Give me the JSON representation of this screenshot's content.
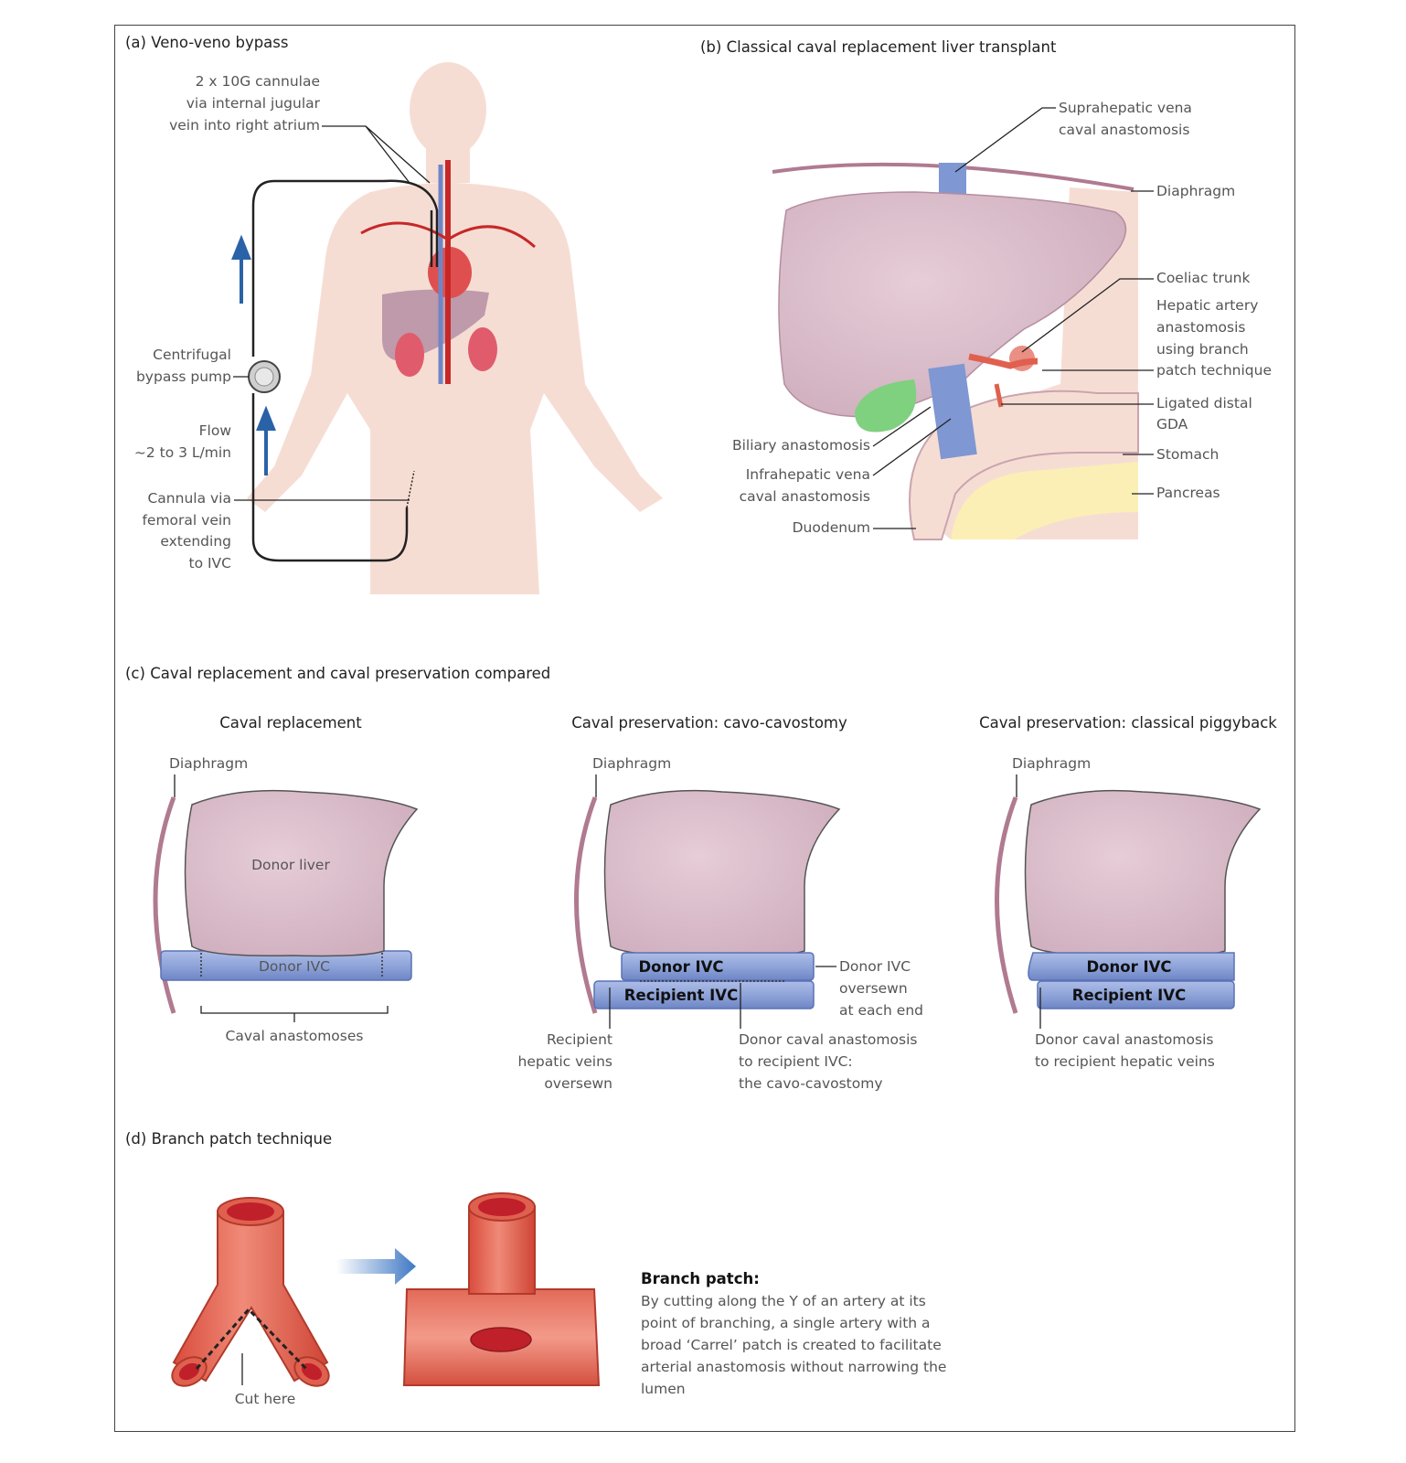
{
  "panel_a": {
    "heading": "(a)   Veno-veno bypass",
    "cannulae": [
      "2 x 10G cannulae",
      "via internal jugular",
      "vein into right atrium"
    ],
    "pump": [
      "Centrifugal",
      "bypass pump"
    ],
    "flow": [
      "Flow",
      "~2 to 3 L/min"
    ],
    "cannula_femoral": [
      "Cannula via",
      "femoral vein",
      "extending",
      "to IVC"
    ]
  },
  "panel_b": {
    "heading": "(b)   Classical caval replacement liver transplant",
    "suprahepatic": [
      "Suprahepatic vena",
      "caval anastomosis"
    ],
    "diaphragm": "Diaphragm",
    "coeliac": "Coeliac trunk",
    "hepatic_artery": [
      "Hepatic artery",
      "anastomosis",
      "using branch",
      "patch technique"
    ],
    "ligated": [
      "Ligated distal",
      "GDA"
    ],
    "stomach": "Stomach",
    "pancreas": "Pancreas",
    "biliary": "Biliary anastomosis",
    "infrahepatic": [
      "Infrahepatic vena",
      "caval anastomosis"
    ],
    "duodenum": "Duodenum"
  },
  "panel_c": {
    "heading": "(c)   Caval replacement and caval preservation compared",
    "replacement": {
      "title": "Caval replacement",
      "diaphragm": "Diaphragm",
      "liver": "Donor liver",
      "ivc": "Donor IVC",
      "anastomoses": "Caval anastomoses"
    },
    "cavo": {
      "title": "Caval preservation: cavo-cavostomy",
      "diaphragm": "Diaphragm",
      "donor_ivc": "Donor IVC",
      "recipient_ivc": "Recipient IVC",
      "oversewn": [
        "Donor IVC",
        "oversewn",
        "at each end"
      ],
      "hepatic_veins": [
        "Recipient",
        "hepatic veins",
        "oversewn"
      ],
      "anastomosis": [
        "Donor caval anastomosis",
        "to recipient IVC:",
        "the cavo-cavostomy"
      ]
    },
    "piggyback": {
      "title": "Caval preservation: classical piggyback",
      "diaphragm": "Diaphragm",
      "donor_ivc": "Donor IVC",
      "recipient_ivc": "Recipient IVC",
      "anastomosis": [
        "Donor caval anastomosis",
        "to recipient hepatic veins"
      ]
    }
  },
  "panel_d": {
    "heading": "(d)   Branch patch technique",
    "cut_here": "Cut here",
    "title": "Branch patch:",
    "text": [
      "By cutting along the Y of an artery at its",
      "point of branching, a single artery with a",
      "broad ‘Carrel’ patch is created to facilitate",
      "arterial anastomosis without narrowing the",
      "lumen"
    ]
  },
  "colors": {
    "liver": "#d9bcc8",
    "ivc": "#8fa4d9",
    "artery": "#e0604f",
    "body": "#f6ddd4",
    "bile": "#7fd07f",
    "pancreas": "#fbefb5",
    "arrow": "#2a62a8"
  }
}
